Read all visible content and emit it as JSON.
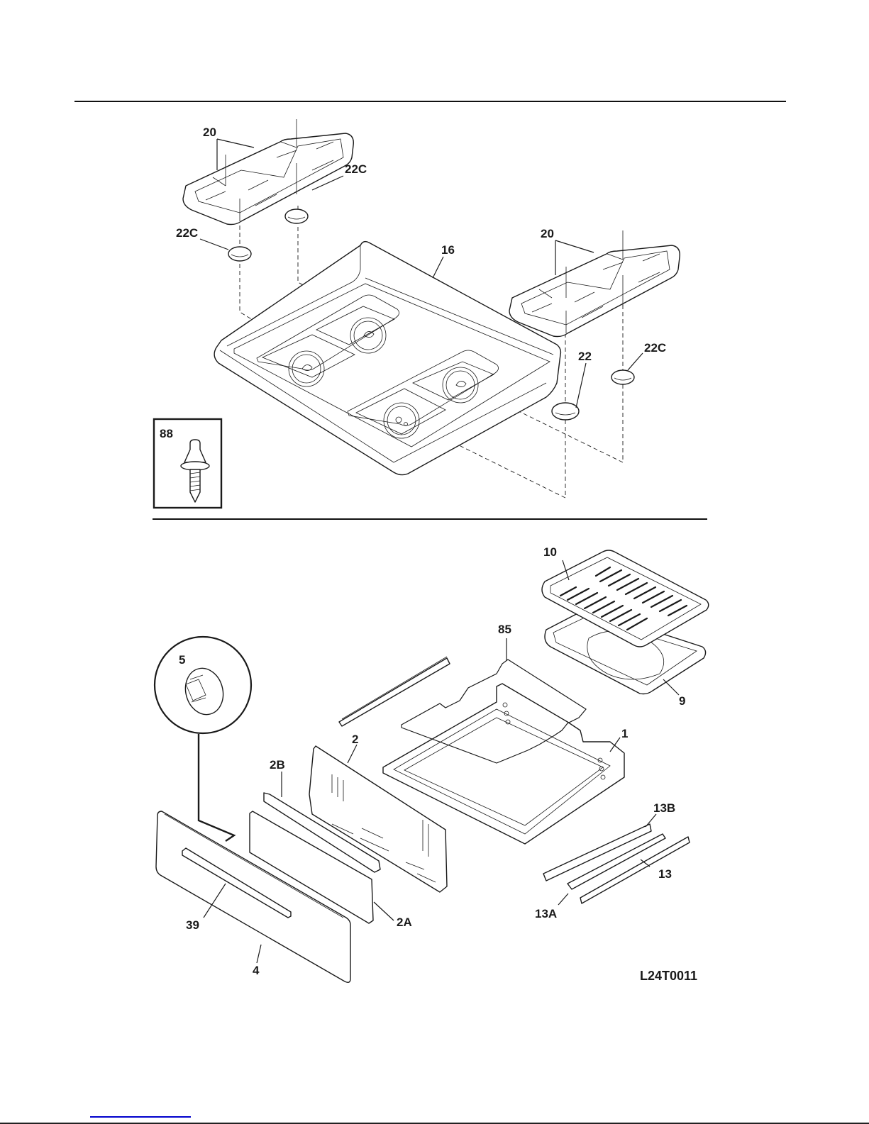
{
  "diagram": {
    "title_code": "L24T0011",
    "sections": [
      "cooktop",
      "drawer"
    ],
    "parts": [
      {
        "id": "20a",
        "label": "20",
        "name": "burner-grate-left-pair"
      },
      {
        "id": "22Ca",
        "label": "22C",
        "name": "burner-cap-left-front"
      },
      {
        "id": "22Cb",
        "label": "22C",
        "name": "burner-cap-left-rear"
      },
      {
        "id": "16",
        "label": "16",
        "name": "cooktop"
      },
      {
        "id": "20b",
        "label": "20",
        "name": "burner-grate-right-pair"
      },
      {
        "id": "22",
        "label": "22",
        "name": "burner-cap-right-front"
      },
      {
        "id": "22Cc",
        "label": "22C",
        "name": "burner-cap-right-rear"
      },
      {
        "id": "88",
        "label": "88",
        "name": "stud-screw"
      },
      {
        "id": "10",
        "label": "10",
        "name": "broiler-grid"
      },
      {
        "id": "9",
        "label": "9",
        "name": "broiler-pan"
      },
      {
        "id": "85",
        "label": "85",
        "name": "drawer-rack"
      },
      {
        "id": "1",
        "label": "1",
        "name": "drawer-body"
      },
      {
        "id": "5",
        "label": "5",
        "name": "bumper"
      },
      {
        "id": "2",
        "label": "2",
        "name": "drawer-back-panel"
      },
      {
        "id": "2B",
        "label": "2B",
        "name": "panel-trim"
      },
      {
        "id": "2A",
        "label": "2A",
        "name": "drawer-front-panel"
      },
      {
        "id": "39",
        "label": "39",
        "name": "drawer-handle"
      },
      {
        "id": "4",
        "label": "4",
        "name": "drawer-front"
      },
      {
        "id": "13B",
        "label": "13B",
        "name": "slide-rail-b"
      },
      {
        "id": "13A",
        "label": "13A",
        "name": "slide-rail-a"
      },
      {
        "id": "13",
        "label": "13",
        "name": "slide-rail"
      }
    ]
  },
  "colors": {
    "ink": "#1a1a1a",
    "link": "#0000cc"
  }
}
